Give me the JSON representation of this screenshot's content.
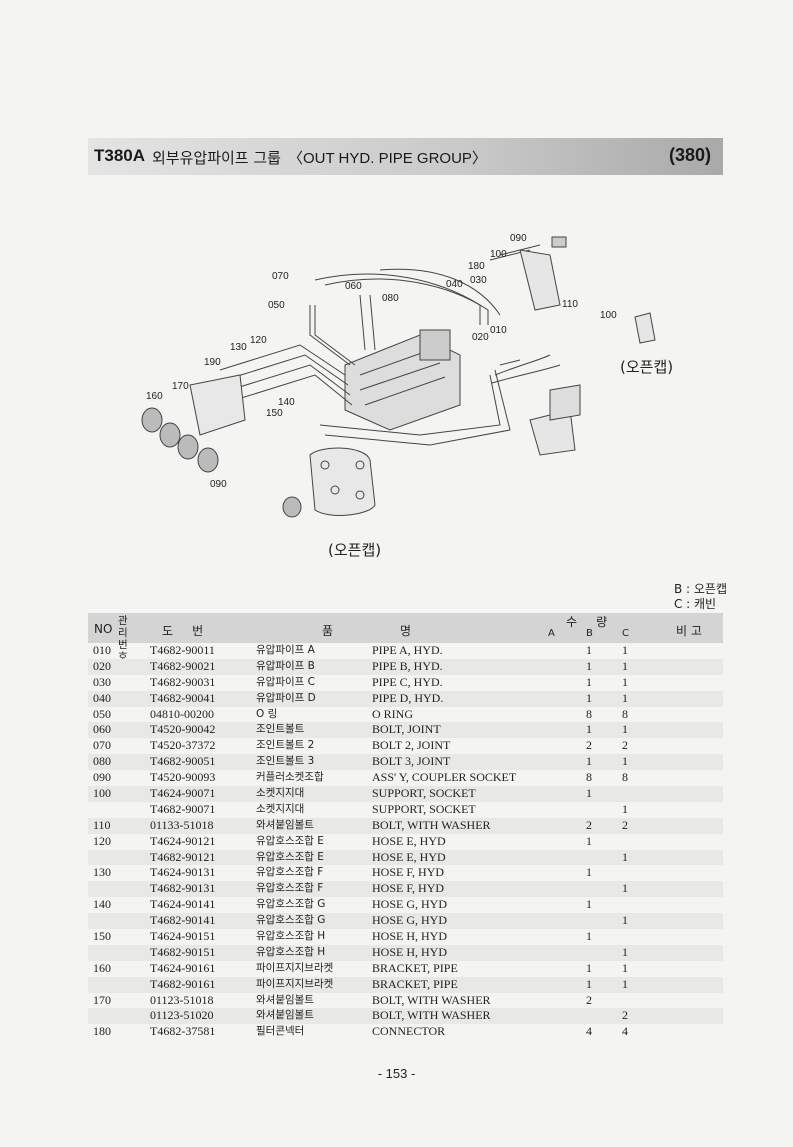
{
  "header": {
    "code": "T380A",
    "title_kr": "외부유압파이프 그룹",
    "title_en": "〈OUT HYD. PIPE GROUP〉",
    "page_ref": "(380)"
  },
  "diagram": {
    "labels": [
      "090",
      "100",
      "180",
      "070",
      "060",
      "080",
      "040",
      "030",
      "050",
      "110",
      "100",
      "010",
      "020",
      "120",
      "130",
      "190",
      "170",
      "160",
      "140",
      "150",
      "090"
    ],
    "caption_1": "(오픈캡)",
    "caption_2": "(오픈캡)"
  },
  "legend": {
    "b": "B : 오픈캡",
    "c": "C : 캐빈"
  },
  "table": {
    "headers": {
      "no": "NO",
      "mgmt": "관리 번호",
      "part_no": "도     번",
      "name_kr": "품",
      "name_en": "명",
      "qty": "수     량",
      "a": "A",
      "b": "B",
      "c": "C",
      "remarks": "비 고"
    },
    "rows": [
      {
        "no": "010",
        "part": "T4682-90011",
        "kr": "유압파이프 A",
        "en": "PIPE A, HYD.",
        "a": "",
        "b": "1",
        "c": "1"
      },
      {
        "no": "020",
        "part": "T4682-90021",
        "kr": "유압파이프 B",
        "en": "PIPE B, HYD.",
        "a": "",
        "b": "1",
        "c": "1"
      },
      {
        "no": "030",
        "part": "T4682-90031",
        "kr": "유압파이프 C",
        "en": "PIPE C, HYD.",
        "a": "",
        "b": "1",
        "c": "1"
      },
      {
        "no": "040",
        "part": "T4682-90041",
        "kr": "유압파이프 D",
        "en": "PIPE D, HYD.",
        "a": "",
        "b": "1",
        "c": "1"
      },
      {
        "no": "050",
        "part": "04810-00200",
        "kr": "O 링",
        "en": "O RING",
        "a": "",
        "b": "8",
        "c": "8"
      },
      {
        "no": "060",
        "part": "T4520-90042",
        "kr": "조인트볼트",
        "en": "BOLT, JOINT",
        "a": "",
        "b": "1",
        "c": "1"
      },
      {
        "no": "070",
        "part": "T4520-37372",
        "kr": "조인트볼트 2",
        "en": "BOLT 2, JOINT",
        "a": "",
        "b": "2",
        "c": "2"
      },
      {
        "no": "080",
        "part": "T4682-90051",
        "kr": "조인트볼트 3",
        "en": "BOLT 3, JOINT",
        "a": "",
        "b": "1",
        "c": "1"
      },
      {
        "no": "090",
        "part": "T4520-90093",
        "kr": "커플러소켓조합",
        "en": "ASS' Y, COUPLER SOCKET",
        "a": "",
        "b": "8",
        "c": "8"
      },
      {
        "no": "100",
        "part": "T4624-90071",
        "kr": "소켓지지대",
        "en": "SUPPORT, SOCKET",
        "a": "",
        "b": "1",
        "c": ""
      },
      {
        "no": "",
        "part": "T4682-90071",
        "kr": "소켓지지대",
        "en": "SUPPORT, SOCKET",
        "a": "",
        "b": "",
        "c": "1"
      },
      {
        "no": "110",
        "part": "01133-51018",
        "kr": "와셔붙임볼트",
        "en": "BOLT, WITH WASHER",
        "a": "",
        "b": "2",
        "c": "2"
      },
      {
        "no": "120",
        "part": "T4624-90121",
        "kr": "유압호스조합 E",
        "en": "HOSE E, HYD",
        "a": "",
        "b": "1",
        "c": ""
      },
      {
        "no": "",
        "part": "T4682-90121",
        "kr": "유압호스조합 E",
        "en": "HOSE E, HYD",
        "a": "",
        "b": "",
        "c": "1"
      },
      {
        "no": "130",
        "part": "T4624-90131",
        "kr": "유압호스조합 F",
        "en": "HOSE F, HYD",
        "a": "",
        "b": "1",
        "c": ""
      },
      {
        "no": "",
        "part": "T4682-90131",
        "kr": "유압호스조합 F",
        "en": "HOSE F, HYD",
        "a": "",
        "b": "",
        "c": "1"
      },
      {
        "no": "140",
        "part": "T4624-90141",
        "kr": "유압호스조합 G",
        "en": "HOSE G, HYD",
        "a": "",
        "b": "1",
        "c": ""
      },
      {
        "no": "",
        "part": "T4682-90141",
        "kr": "유압호스조합 G",
        "en": "HOSE G, HYD",
        "a": "",
        "b": "",
        "c": "1"
      },
      {
        "no": "150",
        "part": "T4624-90151",
        "kr": "유압호스조합 H",
        "en": "HOSE H, HYD",
        "a": "",
        "b": "1",
        "c": ""
      },
      {
        "no": "",
        "part": "T4682-90151",
        "kr": "유압호스조합 H",
        "en": "HOSE H, HYD",
        "a": "",
        "b": "",
        "c": "1"
      },
      {
        "no": "160",
        "part": "T4624-90161",
        "kr": "파이프지지브라켓",
        "en": "BRACKET, PIPE",
        "a": "",
        "b": "1",
        "c": "1"
      },
      {
        "no": "",
        "part": "T4682-90161",
        "kr": "파이프지지브라켓",
        "en": "BRACKET, PIPE",
        "a": "",
        "b": "1",
        "c": "1"
      },
      {
        "no": "170",
        "part": "01123-51018",
        "kr": "와셔붙임볼트",
        "en": "BOLT, WITH WASHER",
        "a": "",
        "b": "2",
        "c": ""
      },
      {
        "no": "",
        "part": "01123-51020",
        "kr": "와셔붙임볼트",
        "en": "BOLT, WITH WASHER",
        "a": "",
        "b": "",
        "c": "2"
      },
      {
        "no": "180",
        "part": "T4682-37581",
        "kr": "필터콘넥터",
        "en": "CONNECTOR",
        "a": "",
        "b": "4",
        "c": "4"
      }
    ]
  },
  "footer": {
    "page": "- 153 -"
  }
}
